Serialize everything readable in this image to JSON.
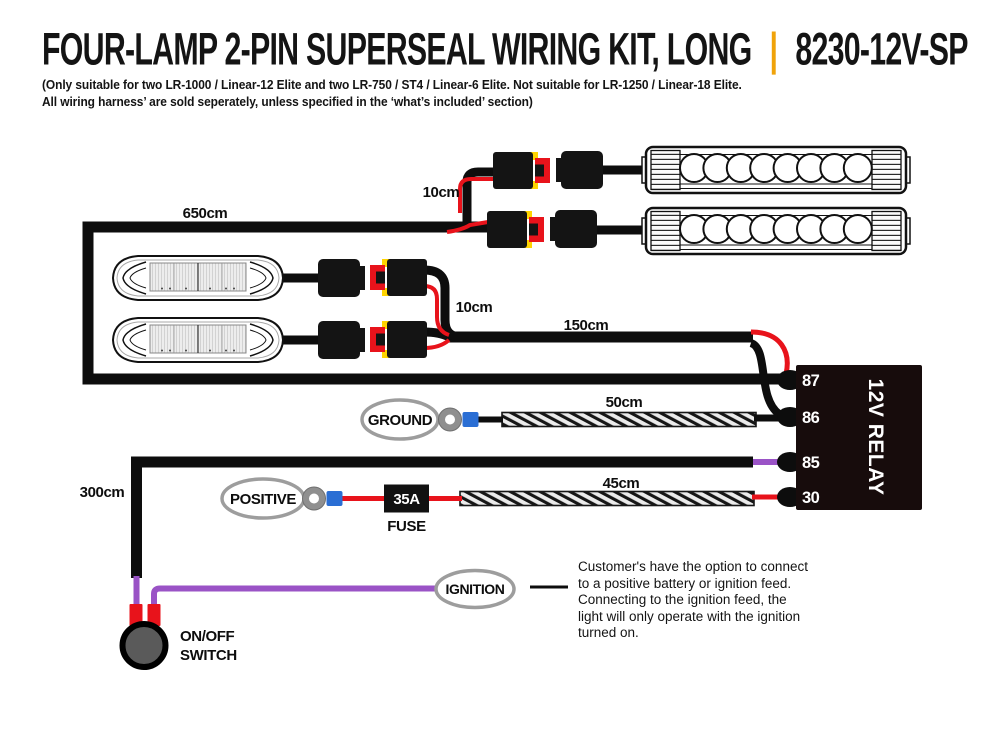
{
  "header": {
    "title": "FOUR-LAMP 2-PIN SUPERSEAL WIRING KIT, LONG",
    "divider": "|",
    "part_number": "8230-12V-SP",
    "subtitle_line1": "(Only suitable for two LR-1000 / Linear-12 Elite and two LR-750 / ST4 / Linear-6 Elite. Not suitable for LR-1250 / Linear-18 Elite.",
    "subtitle_line2": "All wiring harness’ are sold seperately, unless specified in the ‘what’s included’ section)"
  },
  "lengths": {
    "main": "650cm",
    "branch_top": "10cm",
    "branch_mid": "10cm",
    "lamp_feed": "150cm",
    "ground": "50cm",
    "positive": "45cm",
    "switch": "300cm"
  },
  "terminals": {
    "ground": "GROUND",
    "positive": "POSITIVE",
    "ignition": "IGNITION"
  },
  "fuse": {
    "rating": "35A",
    "label": "FUSE"
  },
  "relay": {
    "label": "12V RELAY",
    "pins": {
      "p87": "87",
      "p86": "86",
      "p85": "85",
      "p30": "30"
    }
  },
  "switch": {
    "line1": "ON/OFF",
    "line2": "SWITCH"
  },
  "note": {
    "text": "Customer's have the option to connect\nto a positive battery or ignition feed.\nConnecting to the ignition feed, the\nlight will only operate with the ignition\nturned on."
  },
  "colors": {
    "accent_orange": "#f0a30a",
    "wire_black": "#0d0d0d",
    "wire_red": "#e8131b",
    "wire_purple": "#9a53c6",
    "crimp_blue": "#2a6ed4",
    "seal_yellow": "#ffd400",
    "label_gray": "#9d9d9d",
    "relay_body": "#170c0c"
  }
}
